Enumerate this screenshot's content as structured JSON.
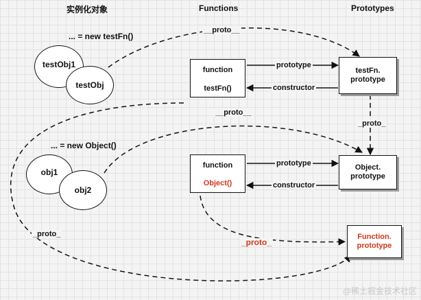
{
  "headers": {
    "instances": "实例化对象",
    "functions": "Functions",
    "prototypes": "Prototypes"
  },
  "instances": {
    "new_testfn": "... = new testFn()",
    "testobj1": "testObj1",
    "testobj": "testObj",
    "new_object": "... = new Object()",
    "obj1": "obj1",
    "obj2": "obj2"
  },
  "functions": {
    "testfn_keyword": "function",
    "testfn_name": "testFn()",
    "object_keyword": "function",
    "object_name": "Object()"
  },
  "prototypes": {
    "testfn_proto_line1": "testFn.",
    "testfn_proto_line2": "prototype",
    "object_proto_line1": "Object.",
    "object_proto_line2": "prototype",
    "function_proto_line1": "Function.",
    "function_proto_line2": "prototype"
  },
  "edges": {
    "proto_top": "__proto__",
    "prototype_1": "prototype",
    "constructor_1": "constructor",
    "proto_mid": "__proto__",
    "proto_vertical": "_proto_",
    "prototype_2": "prototype",
    "constructor_2": "constructor",
    "proto_left": "_proto_",
    "proto_red": "_proto_"
  },
  "watermark": "@稀土掘金技术社区",
  "colors": {
    "accent_red": "#d2381c",
    "line": "#111111",
    "background": "#f4f4f4"
  }
}
